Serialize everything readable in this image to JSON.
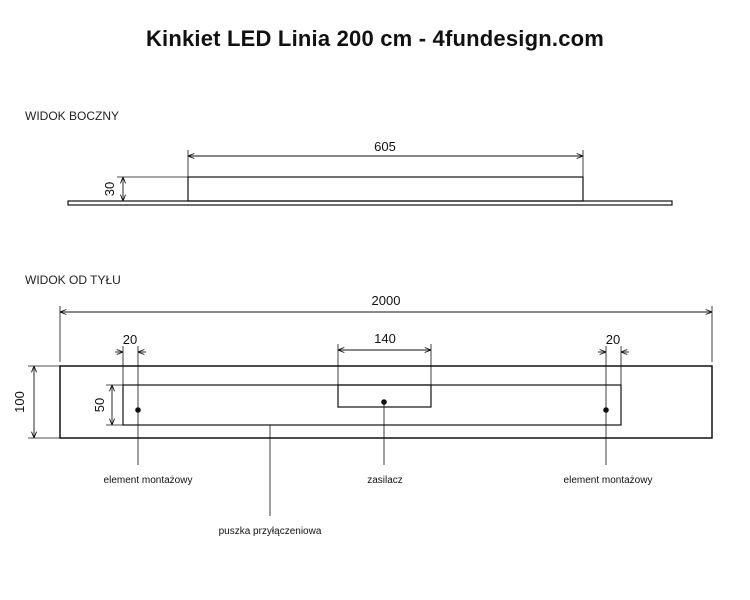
{
  "title": "Kinkiet LED Linia 200 cm - 4fundesign.com",
  "side_view": {
    "heading": "WIDOK BOCZNY",
    "width_dim": "605",
    "height_dim": "30"
  },
  "back_view": {
    "heading": "WIDOK OD TYŁU",
    "total_length_dim": "2000",
    "total_height_dim": "100",
    "inner_height_dim": "50",
    "left_offset_dim": "20",
    "right_offset_dim": "20",
    "psu_width_dim": "140",
    "labels": {
      "mount_left": "element montażowy",
      "psu": "zasilacz",
      "mount_right": "element montażowy",
      "junction_box": "puszka przyłączeniowa"
    }
  }
}
